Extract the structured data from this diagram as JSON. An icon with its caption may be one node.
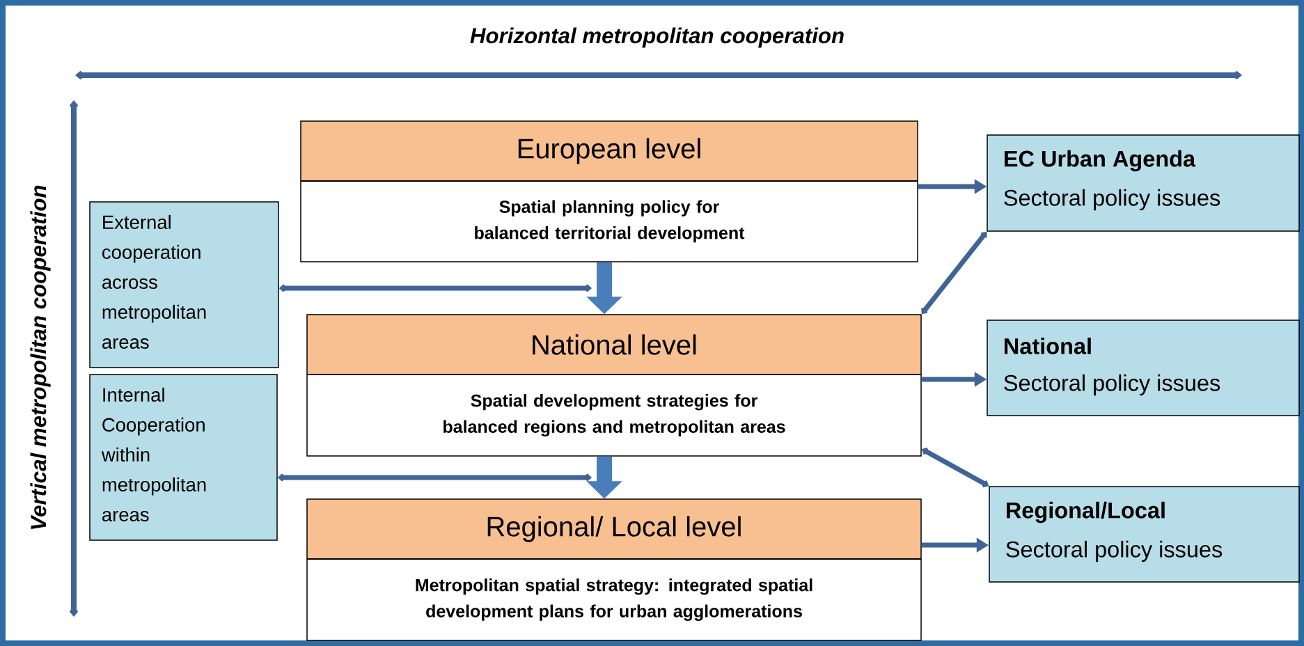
{
  "diagram": {
    "nodes": [
      {
        "text": [
          "European level",
          "Spatial planning policy for balanced territorial development"
        ]
      },
      {
        "text": [
          "National level",
          "Spatial development strategies for balanced regions and metropolitan areas"
        ]
      },
      {
        "text": [
          "Regional/ Local level",
          "Metropolitan spatial strategy: integrated spatial development plans for urban agglomerations"
        ]
      },
      {
        "text": [
          "External cooperation across metropolitan areas"
        ]
      },
      {
        "text": [
          "Internal Cooperation within metropolitan areas"
        ]
      },
      {
        "text": [
          "EC Urban Agenda",
          "Sectoral policy issues"
        ]
      },
      {
        "text": [
          "National",
          "Sectoral policy issues"
        ]
      },
      {
        "text": [
          "Regional/Local",
          "Sectoral policy issues"
        ]
      }
    ],
    "edges": [
      {
        "from": 0,
        "to": 1,
        "arrow": "to",
        "style": "thick"
      },
      {
        "from": 1,
        "to": 2,
        "arrow": "to",
        "style": "thick"
      },
      {
        "from": 3,
        "to": null,
        "arrow": "other"
      },
      {
        "from": 4,
        "to": null,
        "arrow": "other"
      },
      {
        "from": 0,
        "to": 5,
        "arrow": "to"
      },
      {
        "from": 1,
        "to": 5,
        "arrow": "other"
      },
      {
        "from": 1,
        "to": 6,
        "arrow": "to"
      },
      {
        "from": 1,
        "to": 7,
        "arrow": "other"
      },
      {
        "from": 2,
        "to": 7,
        "arrow": "to"
      }
    ],
    "labels": [
      "Horizontal metropolitan cooperation",
      "Vertical metropolitan cooperation"
    ]
  }
}
